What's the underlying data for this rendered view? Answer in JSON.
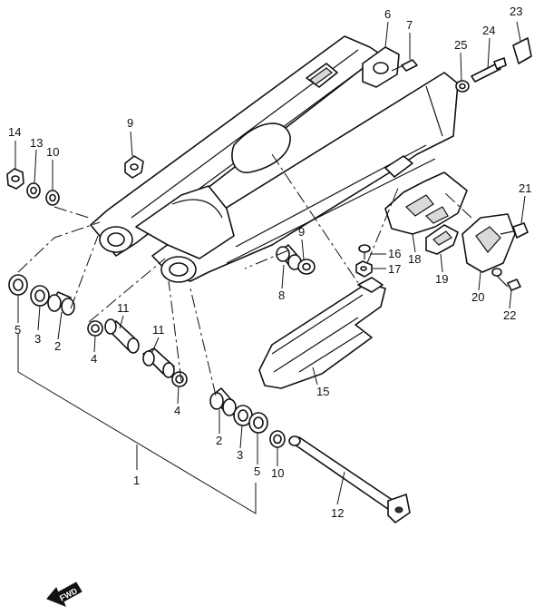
{
  "callouts": [
    {
      "id": "p1",
      "label": "1"
    },
    {
      "id": "p2a",
      "label": "2"
    },
    {
      "id": "p2b",
      "label": "2"
    },
    {
      "id": "p3a",
      "label": "3"
    },
    {
      "id": "p3b",
      "label": "3"
    },
    {
      "id": "p4a",
      "label": "4"
    },
    {
      "id": "p4b",
      "label": "4"
    },
    {
      "id": "p5a",
      "label": "5"
    },
    {
      "id": "p5b",
      "label": "5"
    },
    {
      "id": "p6",
      "label": "6"
    },
    {
      "id": "p7",
      "label": "7"
    },
    {
      "id": "p8",
      "label": "8"
    },
    {
      "id": "p9a",
      "label": "9"
    },
    {
      "id": "p9b",
      "label": "9"
    },
    {
      "id": "p10a",
      "label": "10"
    },
    {
      "id": "p10b",
      "label": "10"
    },
    {
      "id": "p11a",
      "label": "11"
    },
    {
      "id": "p11b",
      "label": "11"
    },
    {
      "id": "p12",
      "label": "12"
    },
    {
      "id": "p13",
      "label": "13"
    },
    {
      "id": "p14",
      "label": "14"
    },
    {
      "id": "p15",
      "label": "15"
    },
    {
      "id": "p16",
      "label": "16"
    },
    {
      "id": "p17",
      "label": "17"
    },
    {
      "id": "p18",
      "label": "18"
    },
    {
      "id": "p19",
      "label": "19"
    },
    {
      "id": "p20",
      "label": "20"
    },
    {
      "id": "p21",
      "label": "21"
    },
    {
      "id": "p22",
      "label": "22"
    },
    {
      "id": "p23",
      "label": "23"
    },
    {
      "id": "p24",
      "label": "24"
    },
    {
      "id": "p25",
      "label": "25"
    }
  ],
  "fwd_badge": {
    "text": "FWD"
  }
}
